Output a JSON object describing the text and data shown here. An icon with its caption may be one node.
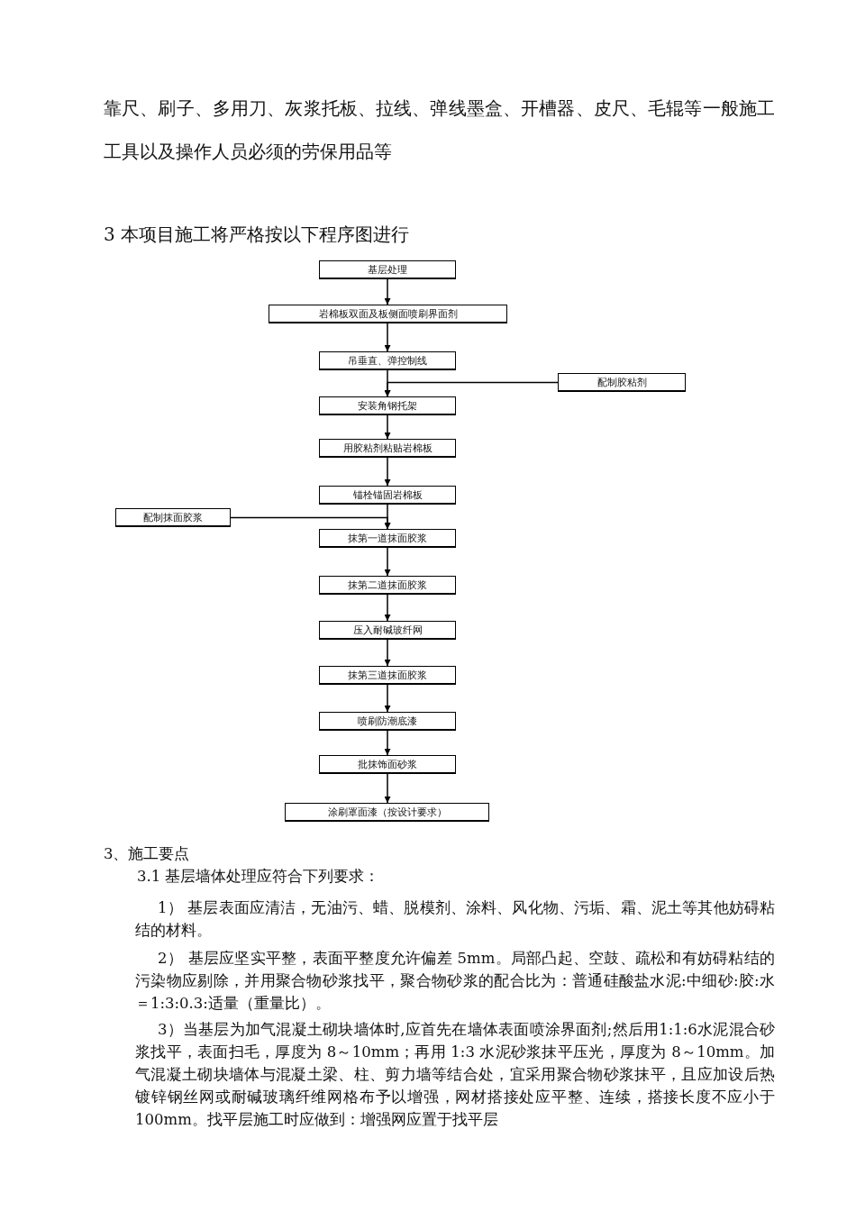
{
  "diagram": {
    "title": "3 本项目施工将严格按以下程序图进行",
    "nodes": [
      {
        "text": [
          "基层处理"
        ]
      },
      {
        "text": [
          "岩棉板双面及板侧面喷刷界面剂"
        ]
      },
      {
        "text": [
          "吊垂直、弹控制线"
        ]
      },
      {
        "text": [
          "配制胶粘剂"
        ]
      },
      {
        "text": [
          "安装角钢托架"
        ]
      },
      {
        "text": [
          "用胶粘剂粘贴岩棉板"
        ]
      },
      {
        "text": [
          "锚栓锚固岩棉板"
        ]
      },
      {
        "text": [
          "配制抹面胶浆"
        ]
      },
      {
        "text": [
          "抹第一道抹面胶浆"
        ]
      },
      {
        "text": [
          "抹第二道抹面胶浆"
        ]
      },
      {
        "text": [
          "压入耐碱玻纤网"
        ]
      },
      {
        "text": [
          "抹第三道抹面胶浆"
        ]
      },
      {
        "text": [
          "喷刷防潮底漆"
        ]
      },
      {
        "text": [
          "批抹饰面砂浆"
        ]
      },
      {
        "text": [
          "涂刷罩面漆（按设计要求）"
        ]
      }
    ],
    "edges": [
      {
        "from": 0,
        "to": 1,
        "arrow": "to"
      },
      {
        "from": 1,
        "to": 2,
        "arrow": "to"
      },
      {
        "from": 2,
        "to": 4,
        "arrow": "to"
      },
      {
        "from": 3,
        "to": 4,
        "arrow": "to"
      },
      {
        "from": 4,
        "to": 5,
        "arrow": "to"
      },
      {
        "from": 5,
        "to": 6,
        "arrow": "to"
      },
      {
        "from": 6,
        "to": 8,
        "arrow": "to"
      },
      {
        "from": 7,
        "to": 8,
        "arrow": "to"
      },
      {
        "from": 8,
        "to": 9,
        "arrow": "to"
      },
      {
        "from": 9,
        "to": 10,
        "arrow": "to"
      },
      {
        "from": 10,
        "to": 11,
        "arrow": "to"
      },
      {
        "from": 11,
        "to": 12,
        "arrow": "to"
      },
      {
        "from": 12,
        "to": 13,
        "arrow": "to"
      },
      {
        "from": 13,
        "to": 14,
        "arrow": "to"
      }
    ],
    "labels": [
      "靠尺、刷子、多用刀、灰浆托板、拉线、弹线墨盒、开槽器、皮尺、毛辊等一般施工工具以及操作人员必须的劳保用品等",
      "3、施工要点",
      "3.1 基层墙体处理应符合下列要求：",
      "1） 基层表面应清洁，无油污、蜡、脱模剂、涂料、风化物、污垢、霜、泥土等其他妨碍粘结的材料。",
      "2） 基层应坚实平整，表面平整度允许偏差 5mm。局部凸起、空鼓、疏松和有妨碍粘结的污染物应剔除，并用聚合物砂浆找平，聚合物砂浆的配合比为：普通硅酸盐水泥:中细砂:胶:水＝1:3:0.3:适量（重量比）。",
      "3）当基层为加气混凝土砌块墙体时,应首先在墙体表面喷涂界面剂;然后用1:1:6水泥混合砂浆找平，表面扫毛，厚度为 8～10mm；再用 1:3 水泥砂浆抹平压光，厚度为 8～10mm。加气混凝土砌块墙体与混凝土梁、柱、剪力墙等结合处，宜采用聚合物砂浆抹平，且应加设后热镀锌钢丝网或耐碱玻璃纤维网格布予以增强，网材搭接处应平整、连续，搭接长度不应小于 100mm。找平层施工时应做到：增强网应置于找平层"
    ]
  }
}
